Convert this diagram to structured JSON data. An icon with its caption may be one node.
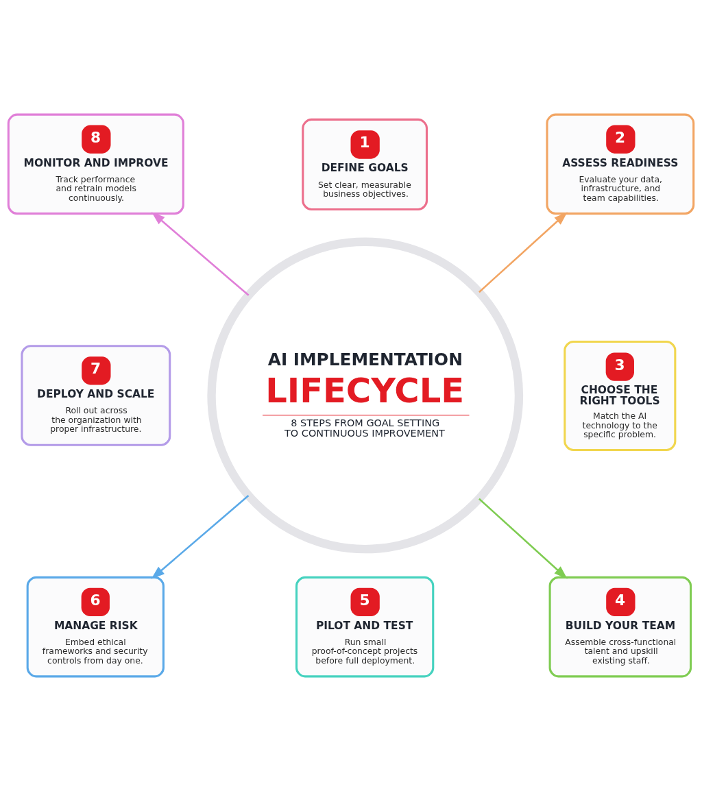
{
  "diagram": {
    "nodes": [
      {
        "text": [
          "AI IMPLEMENTATION LIFECYCLE",
          "8 STEPS FROM GOAL SETTING TO CONTINUOUS IMPROVEMENT"
        ]
      },
      {
        "text": [
          "1",
          "DEFINE GOALS",
          "Set clear, measurable business objectives."
        ]
      },
      {
        "text": [
          "2",
          "ASSESS READINESS",
          "Evaluate your data, infrastructure, and team capabilities."
        ]
      },
      {
        "text": [
          "3",
          "CHOOSE THE RIGHT TOOLS",
          "Match the AI technology to the specific problem."
        ]
      },
      {
        "text": [
          "4",
          "BUILD YOUR TEAM",
          "Assemble cross-functional talent and upskill existing staff."
        ]
      },
      {
        "text": [
          "5",
          "PILOT AND TEST",
          "Run small proof-of-concept projects before full deployment."
        ]
      },
      {
        "text": [
          "6",
          "MANAGE RISK",
          "Embed ethical frameworks and security controls from day one."
        ]
      },
      {
        "text": [
          "7",
          "DEPLOY AND SCALE",
          "Roll out across the organization with proper infrastructure."
        ]
      },
      {
        "text": [
          "8",
          "MONITOR AND IMPROVE",
          "Track performance and retrain models continuously."
        ]
      }
    ],
    "edges": [
      {
        "from": 0,
        "to": 2,
        "arrow": "to",
        "color": "#f2a563"
      },
      {
        "from": 0,
        "to": 4,
        "arrow": "to",
        "color": "#7fcc52"
      },
      {
        "from": 0,
        "to": 6,
        "arrow": "to",
        "color": "#5aa9e8"
      },
      {
        "from": 0,
        "to": 8,
        "arrow": "to",
        "color": "#e07fd8"
      }
    ]
  }
}
